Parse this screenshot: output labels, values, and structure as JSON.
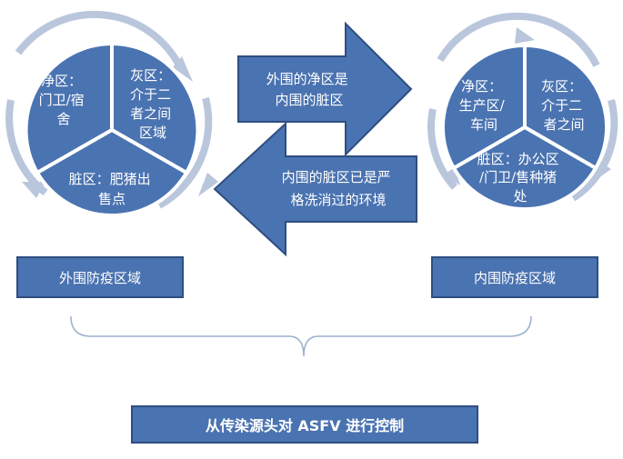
{
  "colors": {
    "segment_fill": "#4a73b1",
    "segment_stroke": "#ffffff",
    "ring_arrow": "#b9c6dc",
    "arrow_fill": "#4a73b1",
    "arrow_stroke": "#2e4e80",
    "bracket": "#9aafcf"
  },
  "outer_cycle": {
    "clean": [
      "净区：",
      "门卫/宿",
      "舍"
    ],
    "gray": [
      "灰区：",
      "介于二",
      "者之间",
      "区域"
    ],
    "dirty": [
      "脏区：肥猪出",
      "售点"
    ]
  },
  "inner_cycle": {
    "clean": [
      "净区：",
      "生产区/",
      "车间"
    ],
    "gray": [
      "灰区：",
      "介于二",
      "者之间"
    ],
    "dirty": [
      "脏区：办公区",
      "/门卫/售种猪",
      "处"
    ]
  },
  "arrow_right": [
    "外围的净区是",
    "内围的脏区"
  ],
  "arrow_left": [
    "内围的脏区已是严",
    "格洗消过的环境"
  ],
  "outer_label": "外围防疫区域",
  "inner_label": "内围防疫区域",
  "bottom_title": "从传染源头对 ASFV 进行控制"
}
